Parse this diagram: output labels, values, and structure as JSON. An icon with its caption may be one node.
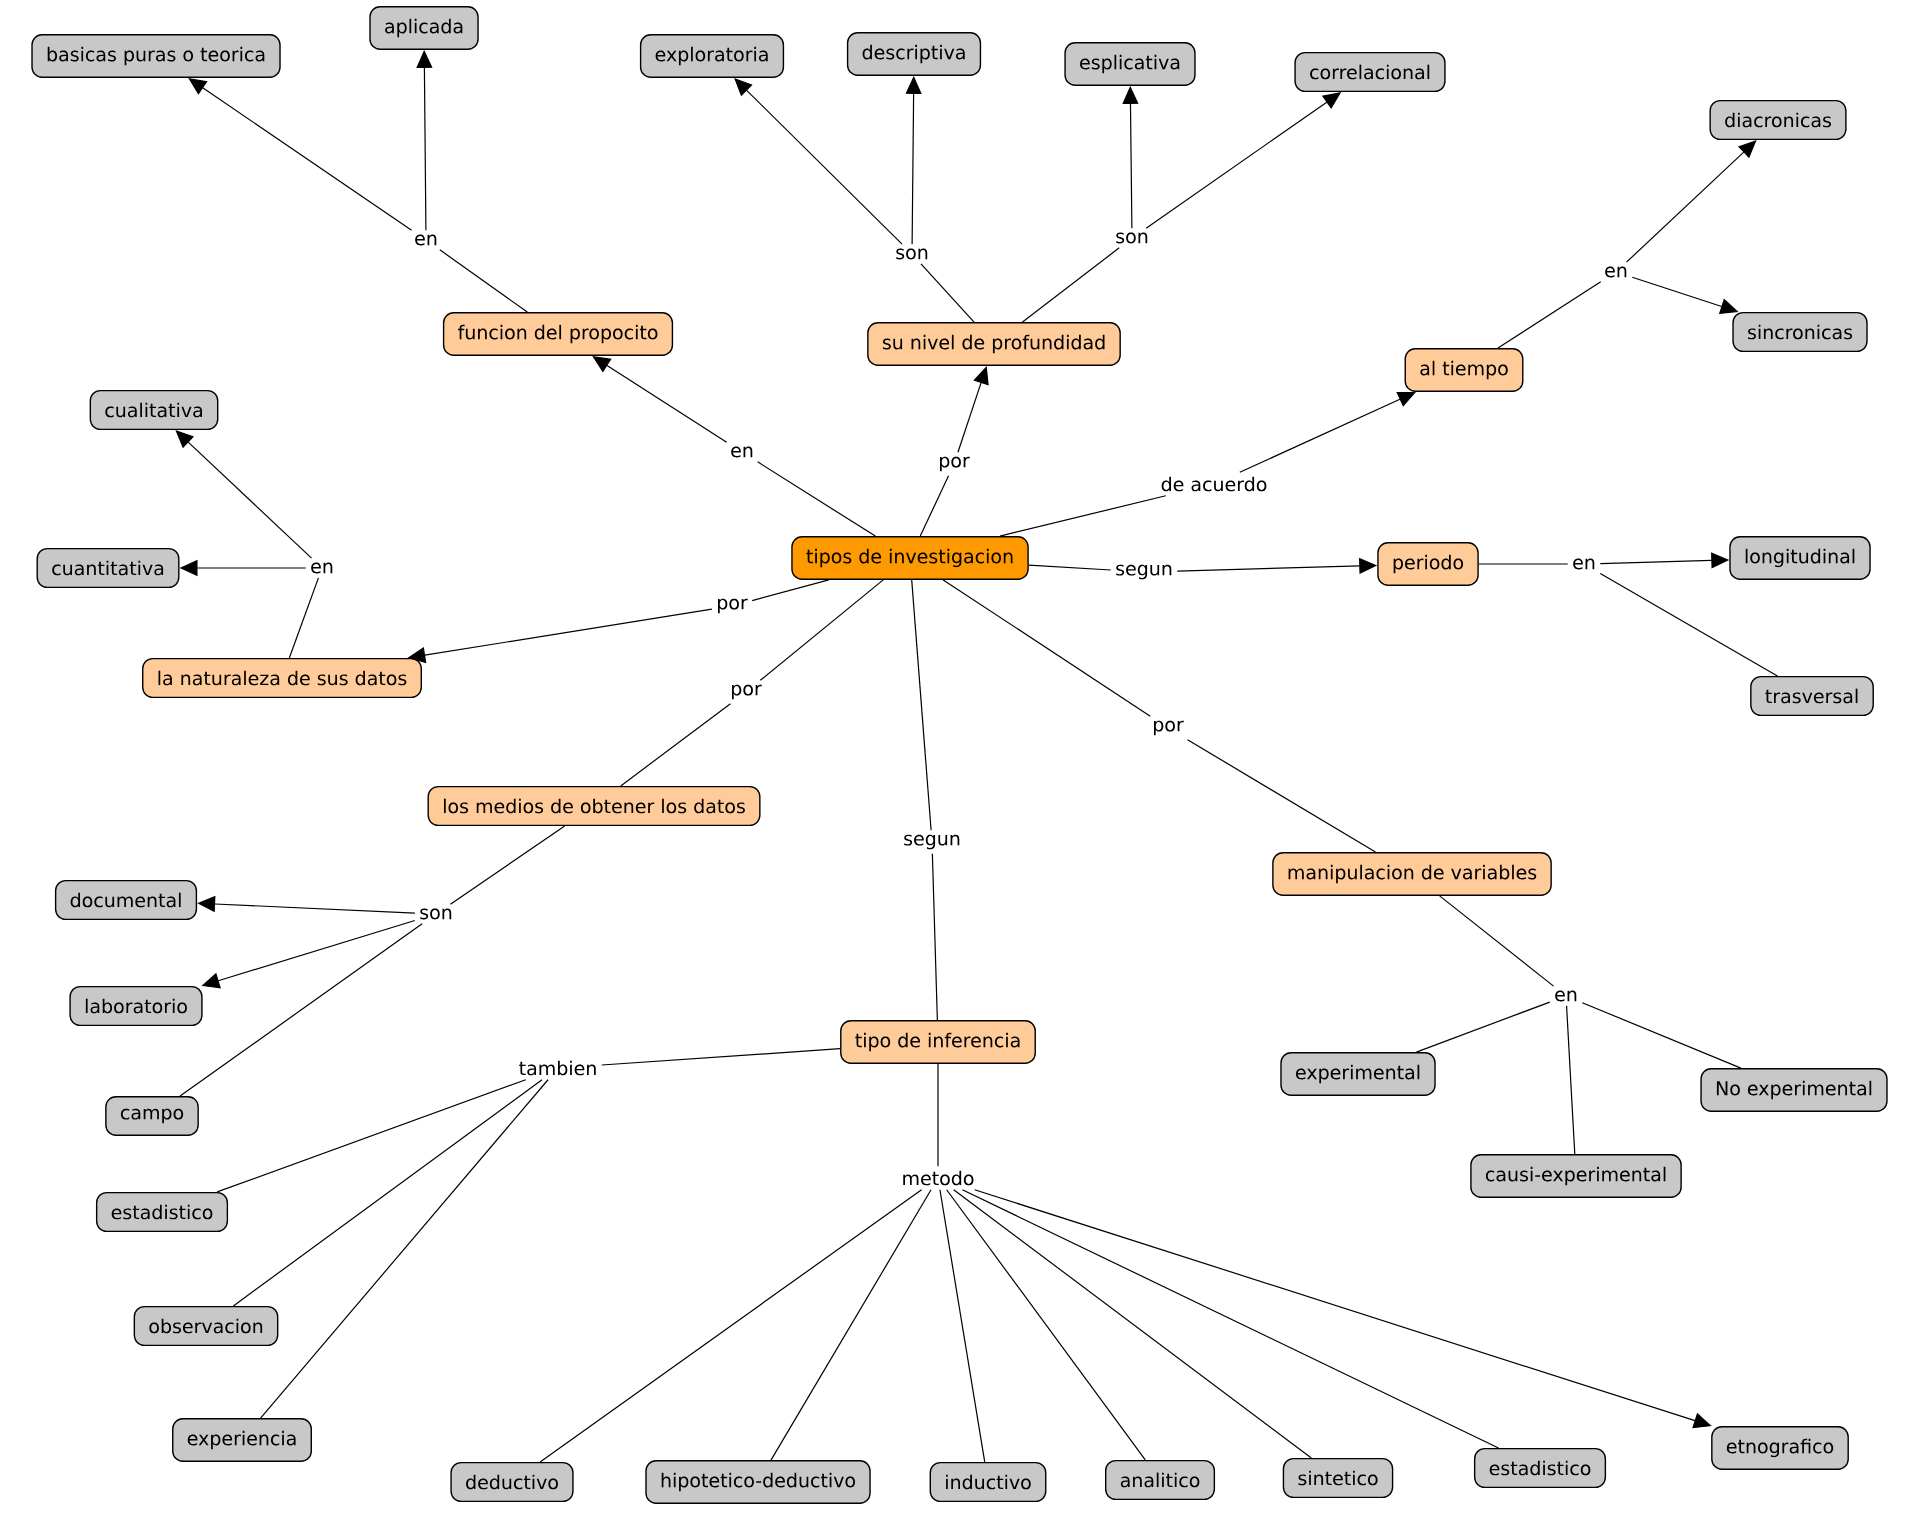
{
  "diagram": {
    "nodes": [
      {
        "text": [
          "tipos de investigacion"
        ]
      },
      {
        "text": [
          "funcion del propocito"
        ]
      },
      {
        "text": [
          "su nivel de profundidad"
        ]
      },
      {
        "text": [
          "al tiempo"
        ]
      },
      {
        "text": [
          "periodo"
        ]
      },
      {
        "text": [
          "la naturaleza de sus datos"
        ]
      },
      {
        "text": [
          "los medios de obtener los datos"
        ]
      },
      {
        "text": [
          "manipulacion de variables"
        ]
      },
      {
        "text": [
          "tipo de inferencia"
        ]
      },
      {
        "text": [
          "basicas puras o teorica"
        ]
      },
      {
        "text": [
          "aplicada"
        ]
      },
      {
        "text": [
          "exploratoria"
        ]
      },
      {
        "text": [
          "descriptiva"
        ]
      },
      {
        "text": [
          "esplicativa"
        ]
      },
      {
        "text": [
          "correlacional"
        ]
      },
      {
        "text": [
          "diacronicas"
        ]
      },
      {
        "text": [
          "sincronicas"
        ]
      },
      {
        "text": [
          "cualitativa"
        ]
      },
      {
        "text": [
          "cuantitativa"
        ]
      },
      {
        "text": [
          "longitudinal"
        ]
      },
      {
        "text": [
          "trasversal"
        ]
      },
      {
        "text": [
          "documental"
        ]
      },
      {
        "text": [
          "laboratorio"
        ]
      },
      {
        "text": [
          "campo"
        ]
      },
      {
        "text": [
          "experimental"
        ]
      },
      {
        "text": [
          "No experimental"
        ]
      },
      {
        "text": [
          "causi-experimental"
        ]
      },
      {
        "text": [
          "estadistico"
        ]
      },
      {
        "text": [
          "observacion"
        ]
      },
      {
        "text": [
          "experiencia"
        ]
      },
      {
        "text": [
          "deductivo"
        ]
      },
      {
        "text": [
          "hipotetico-deductivo"
        ]
      },
      {
        "text": [
          "inductivo"
        ]
      },
      {
        "text": [
          "analitico"
        ]
      },
      {
        "text": [
          "sintetico"
        ]
      },
      {
        "text": [
          "estadistico"
        ]
      },
      {
        "text": [
          "etnografico"
        ]
      },
      {
        "text": [
          "en"
        ]
      },
      {
        "text": [
          "son"
        ]
      },
      {
        "text": [
          "son"
        ]
      },
      {
        "text": [
          "en"
        ]
      },
      {
        "text": [
          "por"
        ]
      },
      {
        "text": [
          "de acuerdo"
        ]
      },
      {
        "text": [
          "en"
        ]
      },
      {
        "text": [
          "en"
        ]
      },
      {
        "text": [
          "segun"
        ]
      },
      {
        "text": [
          "en"
        ]
      },
      {
        "text": [
          "por"
        ]
      },
      {
        "text": [
          "por"
        ]
      },
      {
        "text": [
          "por"
        ]
      },
      {
        "text": [
          "segun"
        ]
      },
      {
        "text": [
          "son"
        ]
      },
      {
        "text": [
          "en"
        ]
      },
      {
        "text": [
          "tambien"
        ]
      },
      {
        "text": [
          "metodo"
        ]
      }
    ],
    "edges": [
      {
        "from": 1,
        "to": 37,
        "arrow": "none"
      },
      {
        "from": 37,
        "to": 9,
        "arrow": "to"
      },
      {
        "from": 37,
        "to": 10,
        "arrow": "to"
      },
      {
        "from": 2,
        "to": 38,
        "arrow": "none"
      },
      {
        "from": 38,
        "to": 11,
        "arrow": "to"
      },
      {
        "from": 38,
        "to": 12,
        "arrow": "to"
      },
      {
        "from": 2,
        "to": 39,
        "arrow": "none"
      },
      {
        "from": 39,
        "to": 13,
        "arrow": "to"
      },
      {
        "from": 39,
        "to": 14,
        "arrow": "to"
      },
      {
        "from": 0,
        "to": 40,
        "arrow": "none"
      },
      {
        "from": 40,
        "to": 1,
        "arrow": "to"
      },
      {
        "from": 0,
        "to": 41,
        "arrow": "none"
      },
      {
        "from": 41,
        "to": 2,
        "arrow": "to"
      },
      {
        "from": 0,
        "to": 42,
        "arrow": "none"
      },
      {
        "from": 42,
        "to": 3,
        "arrow": "to"
      },
      {
        "from": 3,
        "to": 43,
        "arrow": "none"
      },
      {
        "from": 43,
        "to": 15,
        "arrow": "to"
      },
      {
        "from": 43,
        "to": 16,
        "arrow": "to"
      },
      {
        "from": 5,
        "to": 44,
        "arrow": "none"
      },
      {
        "from": 44,
        "to": 17,
        "arrow": "to"
      },
      {
        "from": 44,
        "to": 18,
        "arrow": "to"
      },
      {
        "from": 0,
        "to": 45,
        "arrow": "none"
      },
      {
        "from": 45,
        "to": 4,
        "arrow": "to"
      },
      {
        "from": 4,
        "to": 46,
        "arrow": "none"
      },
      {
        "from": 46,
        "to": 19,
        "arrow": "to"
      },
      {
        "from": 46,
        "to": 20,
        "arrow": "none"
      },
      {
        "from": 0,
        "to": 47,
        "arrow": "none"
      },
      {
        "from": 47,
        "to": 5,
        "arrow": "to"
      },
      {
        "from": 0,
        "to": 48,
        "arrow": "none"
      },
      {
        "from": 48,
        "to": 6,
        "arrow": "none"
      },
      {
        "from": 0,
        "to": 49,
        "arrow": "none"
      },
      {
        "from": 49,
        "to": 7,
        "arrow": "none"
      },
      {
        "from": 0,
        "to": 50,
        "arrow": "none"
      },
      {
        "from": 50,
        "to": 8,
        "arrow": "none"
      },
      {
        "from": 6,
        "to": 51,
        "arrow": "none"
      },
      {
        "from": 51,
        "to": 21,
        "arrow": "to"
      },
      {
        "from": 51,
        "to": 22,
        "arrow": "to"
      },
      {
        "from": 51,
        "to": 23,
        "arrow": "none"
      },
      {
        "from": 7,
        "to": 52,
        "arrow": "none"
      },
      {
        "from": 52,
        "to": 24,
        "arrow": "none"
      },
      {
        "from": 52,
        "to": 26,
        "arrow": "none"
      },
      {
        "from": 52,
        "to": 25,
        "arrow": "none"
      },
      {
        "from": 8,
        "to": 53,
        "arrow": "none"
      },
      {
        "from": 53,
        "to": 27,
        "arrow": "none"
      },
      {
        "from": 53,
        "to": 28,
        "arrow": "none"
      },
      {
        "from": 53,
        "to": 29,
        "arrow": "none"
      },
      {
        "from": 8,
        "to": 54,
        "arrow": "none"
      },
      {
        "from": 54,
        "to": 30,
        "arrow": "none"
      },
      {
        "from": 54,
        "to": 31,
        "arrow": "none"
      },
      {
        "from": 54,
        "to": 32,
        "arrow": "none"
      },
      {
        "from": 54,
        "to": 33,
        "arrow": "none"
      },
      {
        "from": 54,
        "to": 34,
        "arrow": "none"
      },
      {
        "from": 54,
        "to": 35,
        "arrow": "none"
      },
      {
        "from": 54,
        "to": 36,
        "arrow": "to"
      }
    ]
  }
}
